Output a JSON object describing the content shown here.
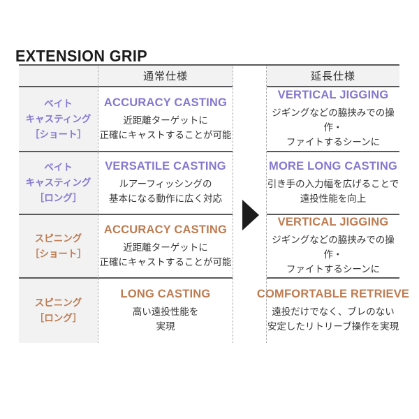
{
  "page": {
    "title": "EXTENSION GRIP"
  },
  "colors": {
    "purple": "#8577ce",
    "brown": "#be7b50",
    "line": "#58585b",
    "dash": "#9a9a9a",
    "header_bg": "#f2f2f3",
    "body_text": "#333333",
    "arrow": "#1c1c1c"
  },
  "icons": {
    "center_arrow": "black-right-triangle-icon"
  },
  "table": {
    "headers": {
      "normal": "通常仕様",
      "extended": "延長仕様"
    },
    "rows": [
      {
        "label_lines": [
          "ベイト",
          "キャスティング",
          "［ショート］"
        ],
        "color": "#8577ce",
        "normal": {
          "heading": "ACCURACY CASTING",
          "desc_lines": [
            "近距離ターゲットに",
            "正確にキャストすることが可能"
          ]
        },
        "extended": {
          "heading": "VERTICAL JIGGING",
          "desc_lines": [
            "ジギングなどの脇挟みでの操作・",
            "ファイトするシーンに"
          ]
        }
      },
      {
        "label_lines": [
          "ベイト",
          "キャスティング",
          "［ロング］"
        ],
        "color": "#8577ce",
        "normal": {
          "heading": "VERSATILE CASTING",
          "desc_lines": [
            "ルアーフィッシングの",
            "基本になる動作に広く対応"
          ]
        },
        "extended": {
          "heading": "MORE LONG CASTING",
          "desc_lines": [
            "引き手の入力幅を広げることで",
            "遠投性能を向上"
          ]
        }
      },
      {
        "label_lines": [
          "スピニング",
          "［ショート］"
        ],
        "color": "#be7b50",
        "normal": {
          "heading": "ACCURACY CASTING",
          "desc_lines": [
            "近距離ターゲットに",
            "正確にキャストすることが可能"
          ]
        },
        "extended": {
          "heading": "VERTICAL JIGGING",
          "desc_lines": [
            "ジギングなどの脇挟みでの操作・",
            "ファイトするシーンに"
          ]
        }
      },
      {
        "label_lines": [
          "スピニング",
          "［ロング］"
        ],
        "color": "#be7b50",
        "normal": {
          "heading": "LONG CASTING",
          "desc_lines": [
            "高い遠投性能を",
            "実現"
          ]
        },
        "extended": {
          "heading": "COMFORTABLE RETRIEVE",
          "desc_lines": [
            "遠投だけでなく、ブレのない",
            "安定したリトリーブ操作を実現"
          ]
        }
      }
    ]
  }
}
